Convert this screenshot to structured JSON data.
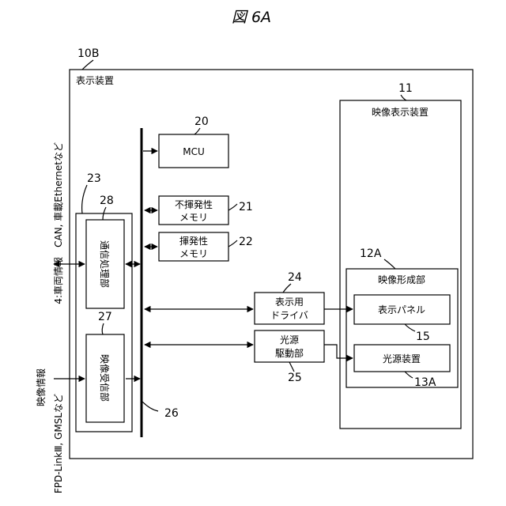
{
  "figure_title": "図 6A",
  "labels": {
    "device_ref": "10B",
    "device_name": "表示装置",
    "display_unit_ref": "11",
    "display_unit_name": "映像表示装置",
    "mcu_ref": "20",
    "mcu_name": "MCU",
    "nvm_ref": "21",
    "nvm_line1": "不揮発性",
    "nvm_line2": "メモリ",
    "vm_ref": "22",
    "vm_line1": "揮発性",
    "vm_line2": "メモリ",
    "comm_group_ref": "23",
    "comm_ref": "28",
    "comm_name": "通信処理部",
    "recv_ref": "27",
    "recv_name": "映像受信部",
    "bus_ref": "26",
    "driver_ref": "24",
    "driver_line1": "表示用",
    "driver_line2": "ドライバ",
    "light_drv_ref": "25",
    "light_drv_line1": "光源",
    "light_drv_line2": "駆動部",
    "image_form_ref": "12A",
    "image_form_name": "映像形成部",
    "panel_name": "表示パネル",
    "panel_ref": "15",
    "light_name": "光源装置",
    "light_ref": "13A",
    "vehicle_info": "4:車両情報",
    "can_text": "CAN, 車載Ethernetなど",
    "video_info": "映像情報",
    "fpd_text": "FPD-LinkⅢ, GMSLなど"
  }
}
